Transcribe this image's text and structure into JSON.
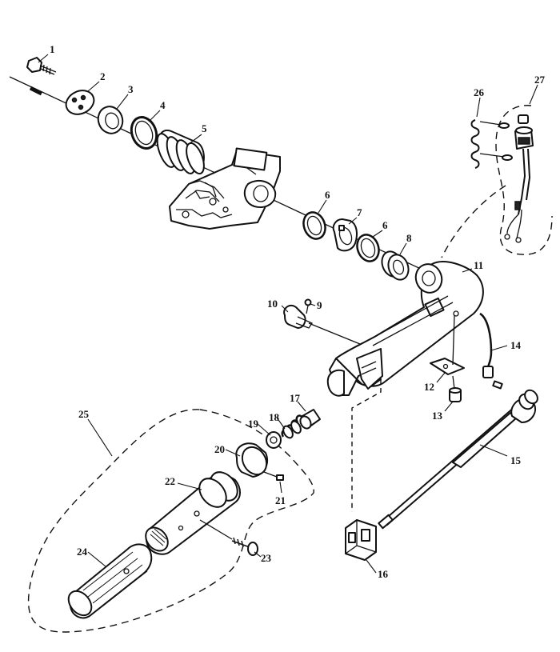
{
  "diagram": {
    "callouts": [
      {
        "id": "p1",
        "label": "1"
      },
      {
        "id": "p2",
        "label": "2"
      },
      {
        "id": "p3",
        "label": "3"
      },
      {
        "id": "p4",
        "label": "4"
      },
      {
        "id": "p5",
        "label": "5"
      },
      {
        "id": "p6a",
        "label": "6"
      },
      {
        "id": "p6b",
        "label": "6"
      },
      {
        "id": "p7",
        "label": "7"
      },
      {
        "id": "p8",
        "label": "8"
      },
      {
        "id": "p9",
        "label": "9"
      },
      {
        "id": "p10",
        "label": "10"
      },
      {
        "id": "p11",
        "label": "11"
      },
      {
        "id": "p12",
        "label": "12"
      },
      {
        "id": "p13",
        "label": "13"
      },
      {
        "id": "p14",
        "label": "14"
      },
      {
        "id": "p15",
        "label": "15"
      },
      {
        "id": "p16",
        "label": "16"
      },
      {
        "id": "p17",
        "label": "17"
      },
      {
        "id": "p18",
        "label": "18"
      },
      {
        "id": "p19",
        "label": "19"
      },
      {
        "id": "p20",
        "label": "20"
      },
      {
        "id": "p21",
        "label": "21"
      },
      {
        "id": "p22",
        "label": "22"
      },
      {
        "id": "p23",
        "label": "23"
      },
      {
        "id": "p24",
        "label": "24"
      },
      {
        "id": "p25",
        "label": "25"
      },
      {
        "id": "p26",
        "label": "26"
      },
      {
        "id": "p27",
        "label": "27"
      }
    ]
  }
}
